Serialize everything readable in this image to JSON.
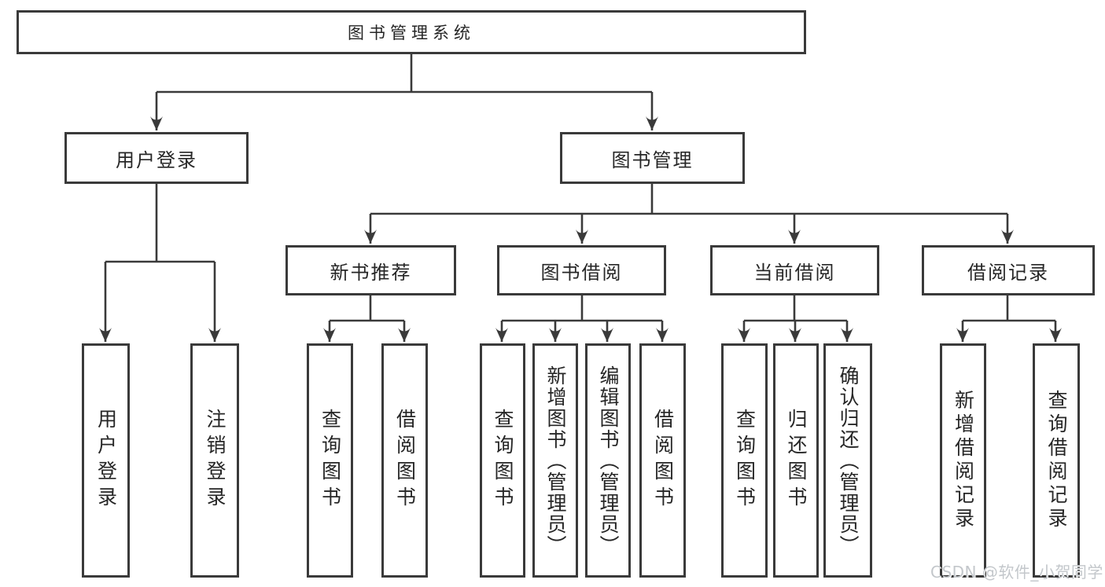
{
  "tree": {
    "label": "图书管理系统",
    "children": [
      {
        "label": "用户登录",
        "children": [
          {
            "label": "用户登录"
          },
          {
            "label": "注销登录"
          }
        ]
      },
      {
        "label": "图书管理",
        "children": [
          {
            "label": "新书推荐",
            "children": [
              {
                "label": "查询图书"
              },
              {
                "label": "借阅图书"
              }
            ]
          },
          {
            "label": "图书借阅",
            "children": [
              {
                "label": "查询图书"
              },
              {
                "label": "新增图书（管理员）"
              },
              {
                "label": "编辑图书（管理员）"
              },
              {
                "label": "借阅图书"
              }
            ]
          },
          {
            "label": "当前借阅",
            "children": [
              {
                "label": "查询图书"
              },
              {
                "label": "归还图书"
              },
              {
                "label": "确认归还（管理员）"
              }
            ]
          },
          {
            "label": "借阅记录",
            "children": [
              {
                "label": "新增借阅记录"
              },
              {
                "label": "查询借阅记录"
              }
            ]
          }
        ]
      }
    ]
  },
  "watermark": "CSDN @软件_小贺同学",
  "colors": {
    "line": "#3a3a3a",
    "text": "#262626",
    "background": "#ffffff",
    "watermark": "#c3c7cb"
  }
}
